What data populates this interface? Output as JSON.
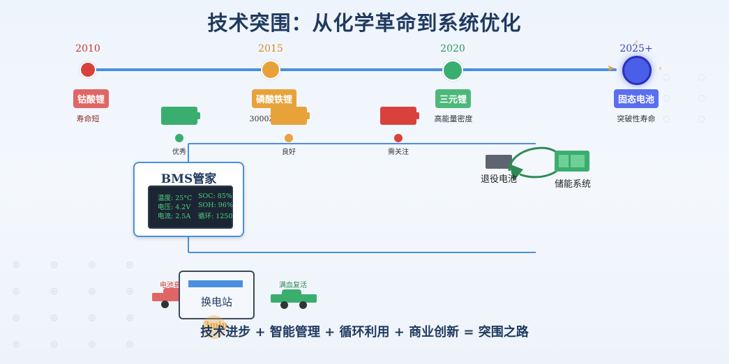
{
  "title": "技术突围：从化学革命到系统优化",
  "timeline": [
    {
      "year": "2010",
      "year_color": "#c0392b",
      "dot_color": "#d9423c",
      "tag": "钴酸锂",
      "tag_color": "#e06666",
      "note": "寿命短",
      "note_color": "#8b2d2d"
    },
    {
      "year": "2015",
      "year_color": "#d4882a",
      "dot_color": "#e8a23a",
      "tag": "磷酸铁锂",
      "tag_color": "#e8a23a",
      "note": "3000次"
    },
    {
      "year": "2020",
      "year_color": "#2e9a5e",
      "dot_color": "#3aae6e",
      "tag": "三元锂",
      "tag_color": "#4cb87a",
      "note": "高能量密度"
    },
    {
      "year": "2025+",
      "year_color": "#3a3fbf",
      "dot_color": "#4a5fe8",
      "tag": "固态电池",
      "tag_color": "#5a6ef0",
      "note": "突破性寿命"
    }
  ],
  "health": [
    {
      "label": "优秀",
      "color": "#3aae6e"
    },
    {
      "label": "良好",
      "color": "#e8a23a"
    },
    {
      "label": "需关注",
      "color": "#d9423c"
    }
  ],
  "bms": {
    "title": "BMS管家",
    "rows": [
      [
        "温度: 25°C",
        "SOC: 85%"
      ],
      [
        "电压: 4.2V",
        "SOH: 96%"
      ],
      [
        "电流: 2.5A",
        "循环: 1250"
      ]
    ]
  },
  "recycle": {
    "retired_label": "退役电池",
    "storage_label": "储能系统"
  },
  "swap": {
    "station_label": "换电站",
    "time_label": "3min",
    "low_car_label": "电池衰减",
    "full_car_label": "满血复活"
  },
  "summary": "技术进步 + 智能管理 + 循环利用 + 商业创新 = 突围之路"
}
